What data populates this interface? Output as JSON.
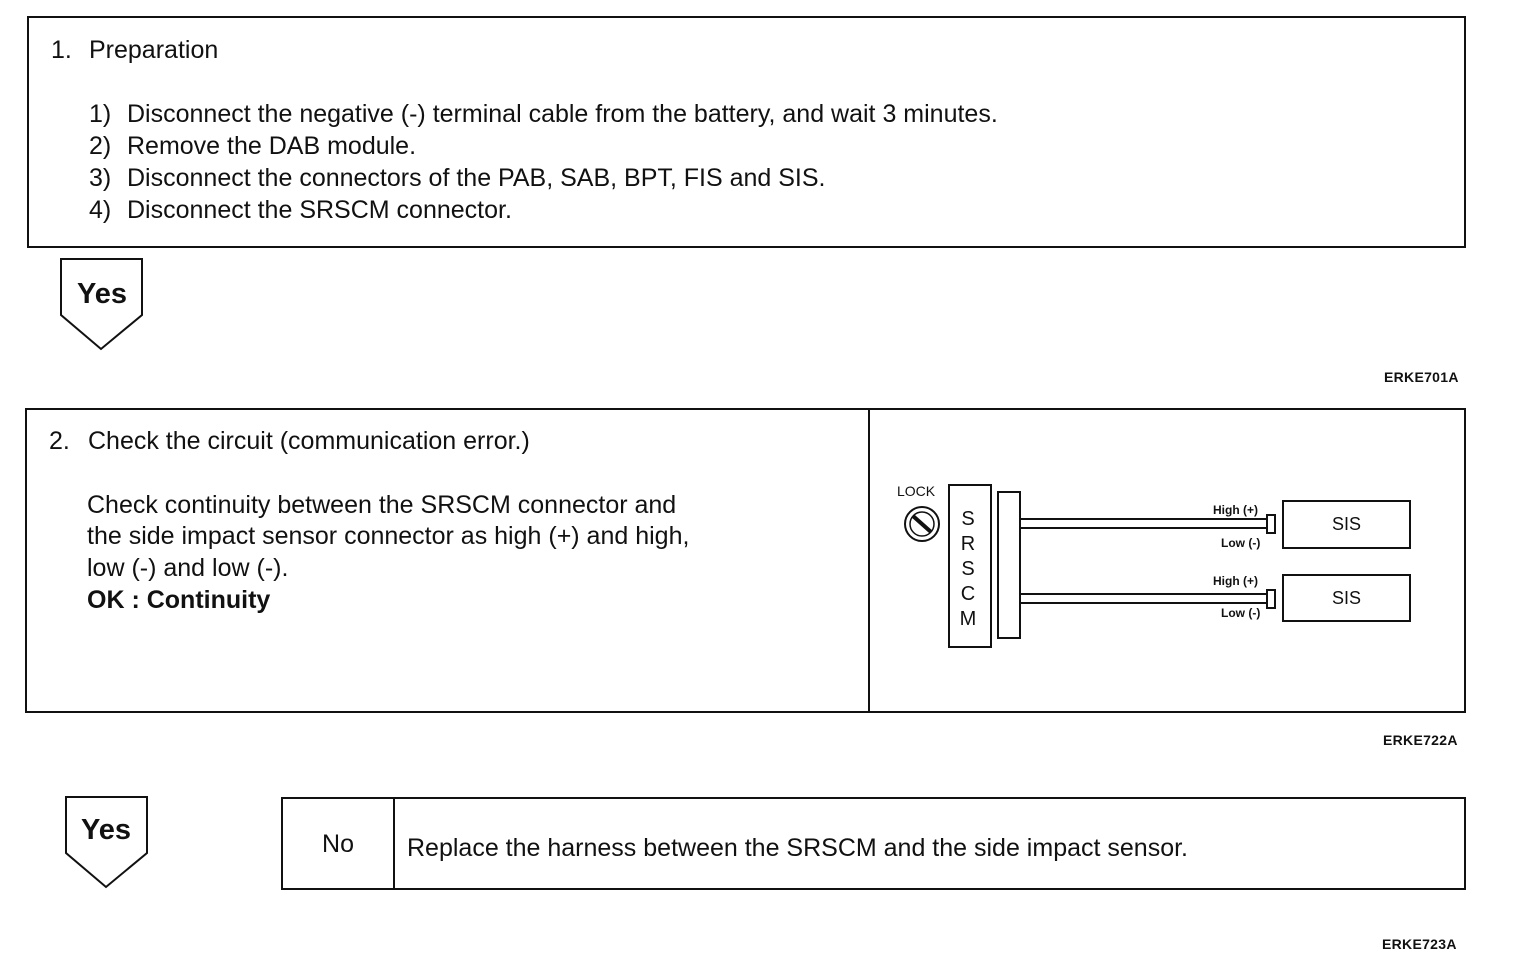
{
  "step1": {
    "heading_num": "1.",
    "heading": "Preparation",
    "items": [
      {
        "num": "1)",
        "text": "Disconnect the negative (-) terminal cable from the battery, and wait 3 minutes."
      },
      {
        "num": "2)",
        "text": "Remove the DAB module."
      },
      {
        "num": "3)",
        "text": "Disconnect the connectors of the PAB, SAB, BPT, FIS and SIS."
      },
      {
        "num": "4)",
        "text": "Disconnect the SRSCM connector."
      }
    ],
    "code": "ERKE701A"
  },
  "yes1": {
    "label": "Yes"
  },
  "step2": {
    "heading_num": "2.",
    "heading": "Check the circuit (communication error.)",
    "body": [
      "Check continuity between the SRSCM connector and",
      "the side impact sensor connector as high (+) and high,",
      "low (-) and low (-)."
    ],
    "ok": "OK : Continuity",
    "code": "ERKE722A",
    "diagram": {
      "lock_label": "LOCK",
      "srscm_letters": [
        "S",
        "R",
        "S",
        "C",
        "M"
      ],
      "channels": [
        {
          "high": "High (+)",
          "low": "Low (-)",
          "sensor": "SIS"
        },
        {
          "high": "High (+)",
          "low": "Low (-)",
          "sensor": "SIS"
        }
      ]
    }
  },
  "yes2": {
    "label": "Yes"
  },
  "result": {
    "no_label": "No",
    "action": "Replace the harness between the SRSCM and the side impact sensor.",
    "code": "ERKE723A"
  }
}
